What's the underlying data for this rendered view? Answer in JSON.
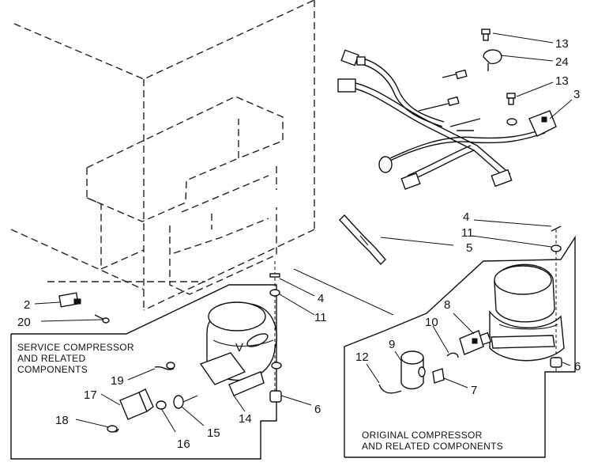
{
  "diagram": {
    "callouts": [
      {
        "id": "c13a",
        "label": "13"
      },
      {
        "id": "c24",
        "label": "24"
      },
      {
        "id": "c13b",
        "label": "13"
      },
      {
        "id": "c3",
        "label": "3"
      },
      {
        "id": "c4r",
        "label": "4"
      },
      {
        "id": "c11r",
        "label": "11"
      },
      {
        "id": "c5",
        "label": "5"
      },
      {
        "id": "c8",
        "label": "8"
      },
      {
        "id": "c10",
        "label": "10"
      },
      {
        "id": "c9",
        "label": "9"
      },
      {
        "id": "c12",
        "label": "12"
      },
      {
        "id": "c7",
        "label": "7"
      },
      {
        "id": "c6r",
        "label": "6"
      },
      {
        "id": "c2",
        "label": "2"
      },
      {
        "id": "c20",
        "label": "20"
      },
      {
        "id": "c4l",
        "label": "4"
      },
      {
        "id": "c11l",
        "label": "11"
      },
      {
        "id": "c19",
        "label": "19"
      },
      {
        "id": "c17",
        "label": "17"
      },
      {
        "id": "c18",
        "label": "18"
      },
      {
        "id": "c16",
        "label": "16"
      },
      {
        "id": "c15",
        "label": "15"
      },
      {
        "id": "c14",
        "label": "14"
      },
      {
        "id": "c6l",
        "label": "6"
      }
    ],
    "service_box_caption": [
      "SERVICE COMPRESSOR",
      "AND RELATED",
      "COMPONENTS"
    ],
    "original_box_caption": [
      "ORIGINAL COMPRESSOR",
      "AND RELATED COMPONENTS"
    ]
  }
}
